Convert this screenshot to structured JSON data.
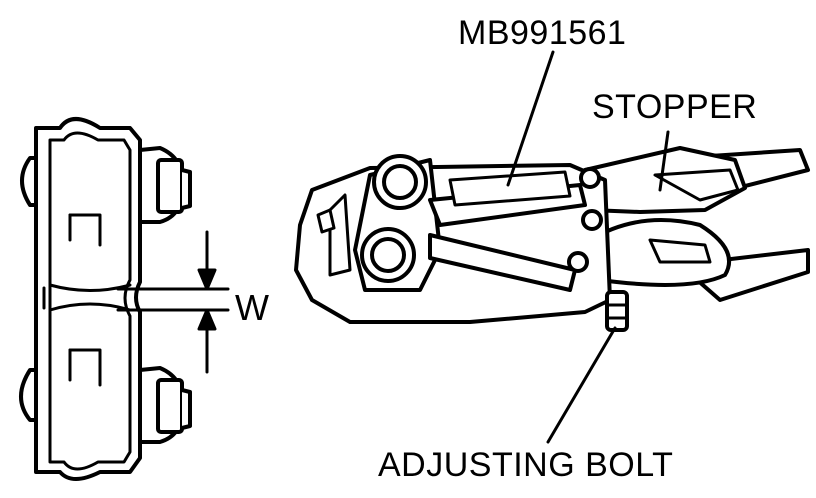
{
  "labels": {
    "tool_number": "MB991561",
    "stopper": "STOPPER",
    "width_symbol": "W",
    "adjusting_bolt": "ADJUSTING BOLT"
  },
  "colors": {
    "ink": "#000000",
    "paper": "#ffffff"
  }
}
